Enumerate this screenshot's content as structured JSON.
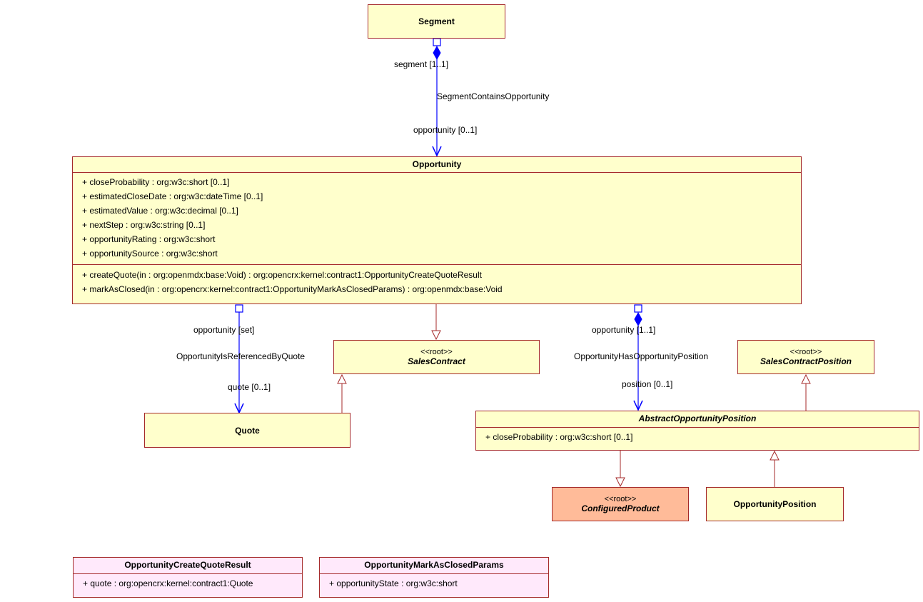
{
  "classes": {
    "segment": {
      "name": "Segment"
    },
    "opportunity": {
      "name": "Opportunity",
      "attributes": [
        "+ closeProbability : org:w3c:short [0..1]",
        "+ estimatedCloseDate : org:w3c:dateTime [0..1]",
        "+ estimatedValue : org:w3c:decimal [0..1]",
        "+ nextStep : org:w3c:string [0..1]",
        "+ opportunityRating : org:w3c:short",
        "+ opportunitySource : org:w3c:short"
      ],
      "operations": [
        "+ createQuote(in : org:openmdx:base:Void) : org:opencrx:kernel:contract1:OpportunityCreateQuoteResult",
        "+ markAsClosed(in : org:opencrx:kernel:contract1:OpportunityMarkAsClosedParams) : org:openmdx:base:Void"
      ]
    },
    "sales_contract": {
      "stereotype": "<<root>>",
      "name": "SalesContract"
    },
    "quote": {
      "name": "Quote"
    },
    "sales_contract_position": {
      "stereotype": "<<root>>",
      "name": "SalesContractPosition"
    },
    "abstract_opportunity_position": {
      "name": "AbstractOpportunityPosition",
      "attributes": [
        "+ closeProbability : org:w3c:short [0..1]"
      ]
    },
    "configured_product": {
      "stereotype": "<<root>>",
      "name": "ConfiguredProduct"
    },
    "opportunity_position": {
      "name": "OpportunityPosition"
    },
    "create_quote_result": {
      "name": "OpportunityCreateQuoteResult",
      "attributes": [
        "+ quote : org:opencrx:kernel:contract1:Quote"
      ]
    },
    "mark_as_closed_params": {
      "name": "OpportunityMarkAsClosedParams",
      "attributes": [
        "+ opportunityState : org:w3c:short"
      ]
    }
  },
  "associations": {
    "segment_contains_opportunity": {
      "name": "SegmentContainsOpportunity",
      "source_role": "segment [1..1]",
      "target_role": "opportunity [0..1]"
    },
    "opportunity_referenced_by_quote": {
      "name": "OpportunityIsReferencedByQuote",
      "source_role": "opportunity [set]",
      "target_role": "quote [0..1]"
    },
    "opportunity_has_position": {
      "name": "OpportunityHasOpportunityPosition",
      "source_role": "opportunity [1..1]",
      "target_role": "position [0..1]"
    }
  },
  "colors": {
    "class_fill": "#ffffcc",
    "struct_fill": "#ffe9fb",
    "external_fill": "#ffbb99",
    "border": "#a52a2a",
    "association": "#0000ff",
    "generalization": "#a52a2a"
  }
}
